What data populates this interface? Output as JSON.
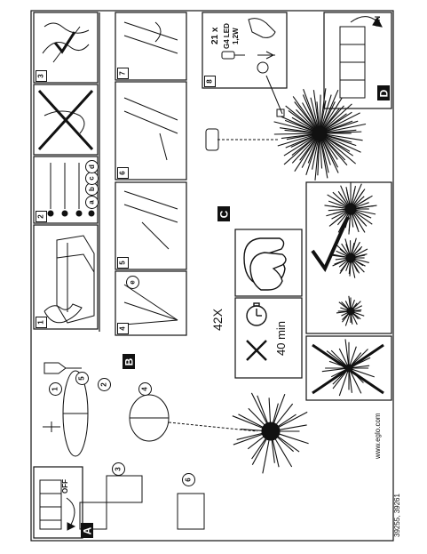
{
  "footer": {
    "article_numbers": "39255, 39261",
    "website": "www.eglo.com"
  },
  "sections": {
    "a": "A",
    "b": "B",
    "c": "C",
    "d": "D"
  },
  "panel_a": {
    "switch_label": "OFF"
  },
  "panel_d": {
    "switch_label": "ON"
  },
  "assembly": {
    "time": "40 min",
    "pieces": "42X"
  },
  "lamp_spec": {
    "count": "21 x",
    "type": "G4 LED",
    "power": "1,2W"
  },
  "step_numbers": [
    "1",
    "2",
    "3",
    "4",
    "5",
    "6",
    "7",
    "8"
  ],
  "callouts": {
    "a": "a",
    "b": "b",
    "c": "c",
    "d": "d",
    "e": "e",
    "n1": "1",
    "n2": "2",
    "n3": "3",
    "n4": "4",
    "n5": "5",
    "n6": "6"
  },
  "colors": {
    "ink": "#111111",
    "paper": "#ffffff"
  }
}
